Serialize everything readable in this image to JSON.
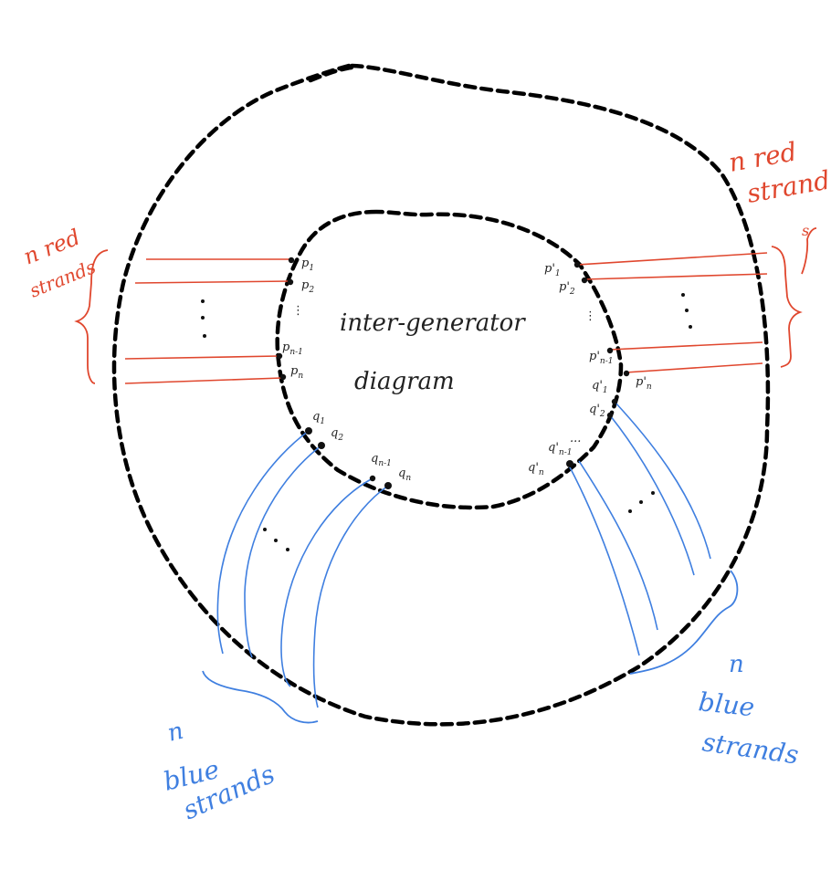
{
  "diagram": {
    "center_label_line1": "inter-generator",
    "center_label_line2": "diagram",
    "left_red": {
      "line1": "n red",
      "line2": "strands"
    },
    "right_red": {
      "line1": "n red",
      "line2": "strand"
    },
    "right_red_brace_mark": "s",
    "left_blue": {
      "line1": "n",
      "line2": "blue",
      "line3": "strands"
    },
    "right_blue": {
      "line1": "n",
      "line2": "blue",
      "line3": "strands"
    },
    "left_p": {
      "p1": "p",
      "p1s": "1",
      "p2": "p",
      "p2s": "2",
      "pm": "p",
      "pms": "n-1",
      "pn": "p",
      "pns": "n"
    },
    "right_p": {
      "p1": "p'",
      "p1s": "1",
      "p2": "p'",
      "p2s": "2",
      "pm": "p'",
      "pms": "n-1",
      "pn": "p'",
      "pns": "n"
    },
    "left_q": {
      "q1": "q",
      "q1s": "1",
      "q2": "q",
      "q2s": "2",
      "qm": "q",
      "qms": "n-1",
      "qn": "q",
      "qns": "n"
    },
    "right_q": {
      "q1": "q'",
      "q1s": "1",
      "q2": "q'",
      "q2s": "2",
      "qm": "q'",
      "qms": "n-1",
      "qn": "q'",
      "qns": "n",
      "dots": "..."
    }
  }
}
